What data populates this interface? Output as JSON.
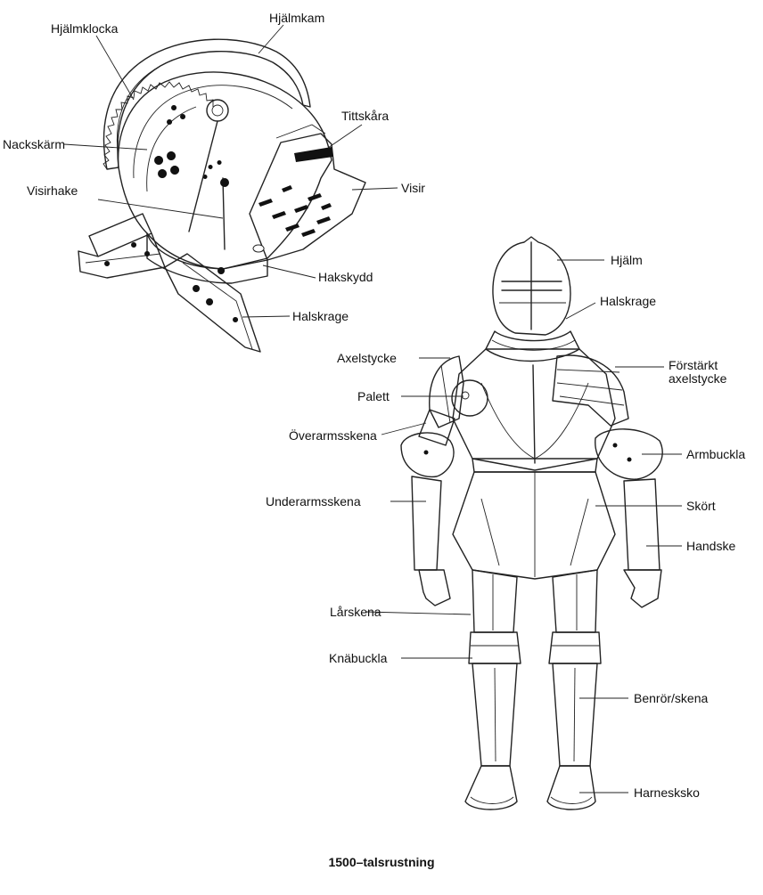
{
  "caption": "1500–talsrustning",
  "helmet_labels": {
    "hjalmklocka": "Hjälmklocka",
    "hjalmkam": "Hjälmkam",
    "tittskara": "Tittskåra",
    "nackskarm": "Nackskärm",
    "visirhake": "Visirhake",
    "visir": "Visir",
    "hakskydd": "Hakskydd",
    "halskrage": "Halskrage"
  },
  "armor_labels": {
    "hjalm": "Hjälm",
    "halskrage": "Halskrage",
    "axelstycke": "Axelstycke",
    "forstarkt_axelstycke": "Förstärkt axelstycke",
    "palett": "Palett",
    "overarmsskena": "Överarmsskena",
    "armbuckla": "Armbuckla",
    "underarmsskena": "Underarmsskena",
    "skort": "Skört",
    "handske": "Handske",
    "larskena": "Lårskena",
    "knabuckla": "Knäbuckla",
    "benror": "Benrör/skena",
    "harnessko": "Harnesksko"
  }
}
